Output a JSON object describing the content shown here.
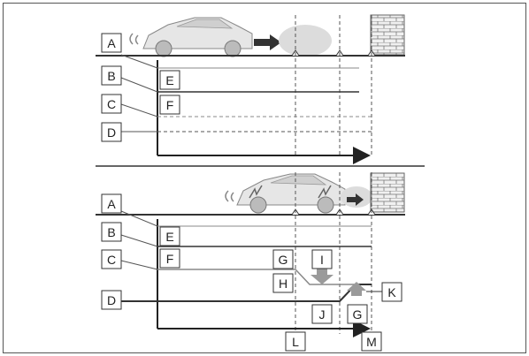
{
  "labels": {
    "A": "A",
    "B": "B",
    "C": "C",
    "D": "D",
    "E": "E",
    "F": "F",
    "G": "G",
    "H": "H",
    "I": "I",
    "J": "J",
    "K": "K",
    "L": "L",
    "M": "M"
  },
  "icons": {
    "car": "car-icon",
    "wall": "brick-wall-icon",
    "arrow": "motion-arrow-icon",
    "triangle": "position-marker-icon"
  },
  "colors": {
    "frame": "#555555",
    "line": "#333333",
    "gray_line": "#888888",
    "gray_arrow": "#9a9a9a",
    "car_fill": "#e6e6e6",
    "sensor_glow": "#d9d9d9"
  }
}
